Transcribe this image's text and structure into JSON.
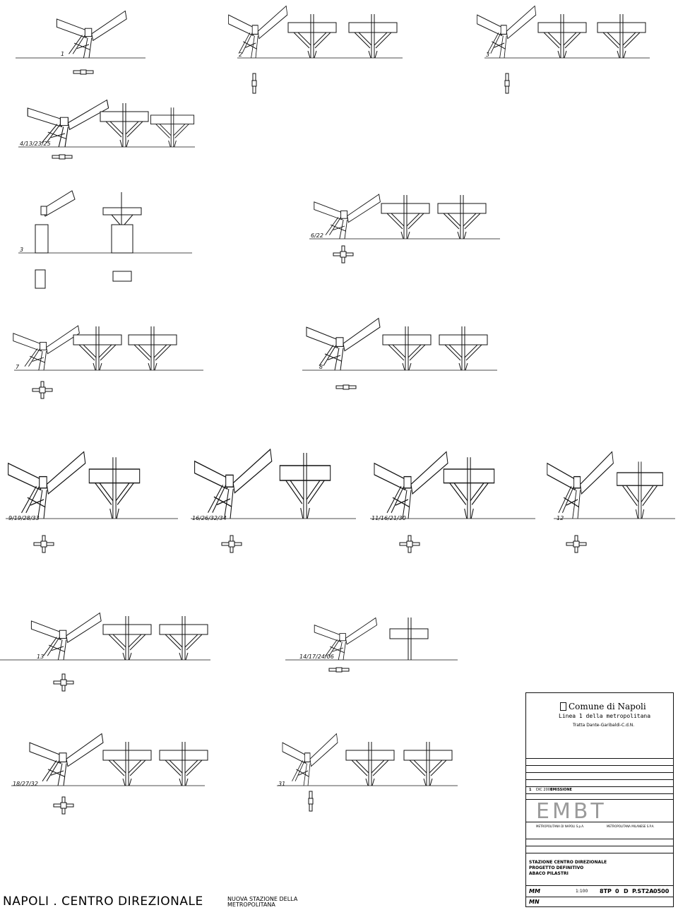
{
  "drawing_labels": [
    "1",
    "2",
    "3",
    "4/13/23/25",
    "3",
    "6/22",
    "7",
    "8",
    "9/19/28/33",
    "16/26/32/34",
    "11/16/21/30",
    "12",
    "13",
    "14/17/24/06",
    "18/27/32",
    "31"
  ],
  "footer": {
    "project_title": "NAPOLI . CENTRO DIREZIONALE",
    "project_subtitle": "NUOVA STAZIONE DELLA METROPOLITANA"
  },
  "titleblock": {
    "client": "Comune di Napoli",
    "line": "Linea 1 della metropolitana",
    "section": "Tratta Dante-Garibaldi-C.d.N.",
    "revision_number": "1",
    "revision_date": "DIC 2009",
    "revision_label": "EMISSIONE",
    "designer_logo": "EMBT",
    "metropolitana_1": "METROPOLITANA DI NAPOLI S.p.A.",
    "metropolitana_2": "METROPOLITANA MILANESE S.P.A.",
    "title_line_1": "STAZIONE CENTRO DIREZIONALE",
    "title_line_2": "PROGETTO DEFINITIVO",
    "title_line_3": "ABACO PILASTRI",
    "mm_mark_1": "MM",
    "mm_mark_2": "MN",
    "scale": "1:100",
    "code_1": "8TP",
    "code_2": "0",
    "code_3": "D",
    "code_4": "P.ST2A",
    "code_5": "0500"
  }
}
